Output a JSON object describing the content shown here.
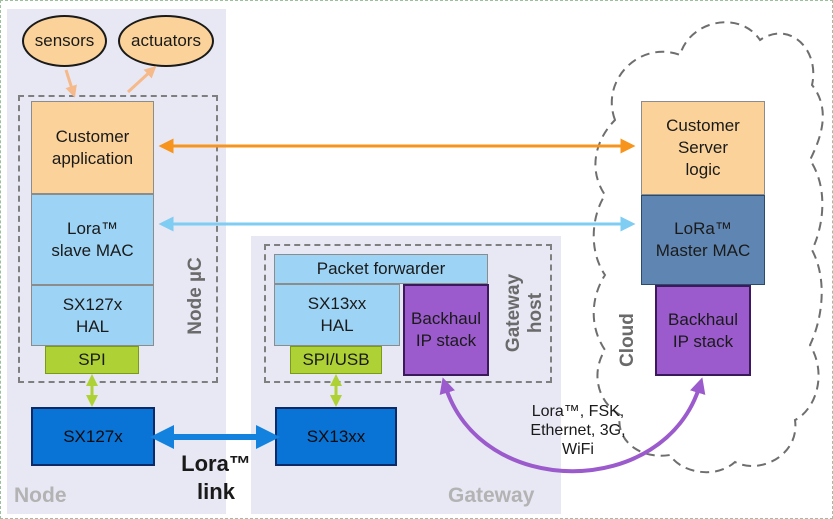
{
  "node": {
    "panel_label": "Node",
    "uc_label": "Node µC",
    "sensors": "sensors",
    "actuators": "actuators",
    "customer_app": "Customer\napplication",
    "slave_mac": "Lora™\nslave MAC",
    "hal": "SX127x\nHAL",
    "spi": "SPI",
    "radio": "SX127x"
  },
  "link": {
    "label": "Lora™\nlink"
  },
  "gateway": {
    "panel_label": "Gateway",
    "host_label": "Gateway\nhost",
    "packet_forwarder": "Packet forwarder",
    "hal": "SX13xx\nHAL",
    "backhaul": "Backhaul\nIP stack",
    "spi_usb": "SPI/USB",
    "radio": "SX13xx"
  },
  "cloud": {
    "label": "Cloud",
    "server_logic": "Customer\nServer\nlogic",
    "master_mac": "LoRa™\nMaster MAC",
    "backhaul": "Backhaul\nIP stack"
  },
  "backhaul_link": {
    "label": "Lora™, FSK,\nEthernet, 3G,\nWiFi"
  },
  "colors": {
    "app_orange": "#fbd39a",
    "mac_blue": "#9dd3f5",
    "master_blue": "#5f86b2",
    "spi_green": "#aed136",
    "radio_blue": "#0a74d6",
    "backhaul_purple": "#9b5bcc",
    "arrow_orange": "#f7941d",
    "arrow_lightblue": "#7fcdf2",
    "arrow_blue": "#1282de",
    "arrow_purple": "#9b5bcc"
  }
}
